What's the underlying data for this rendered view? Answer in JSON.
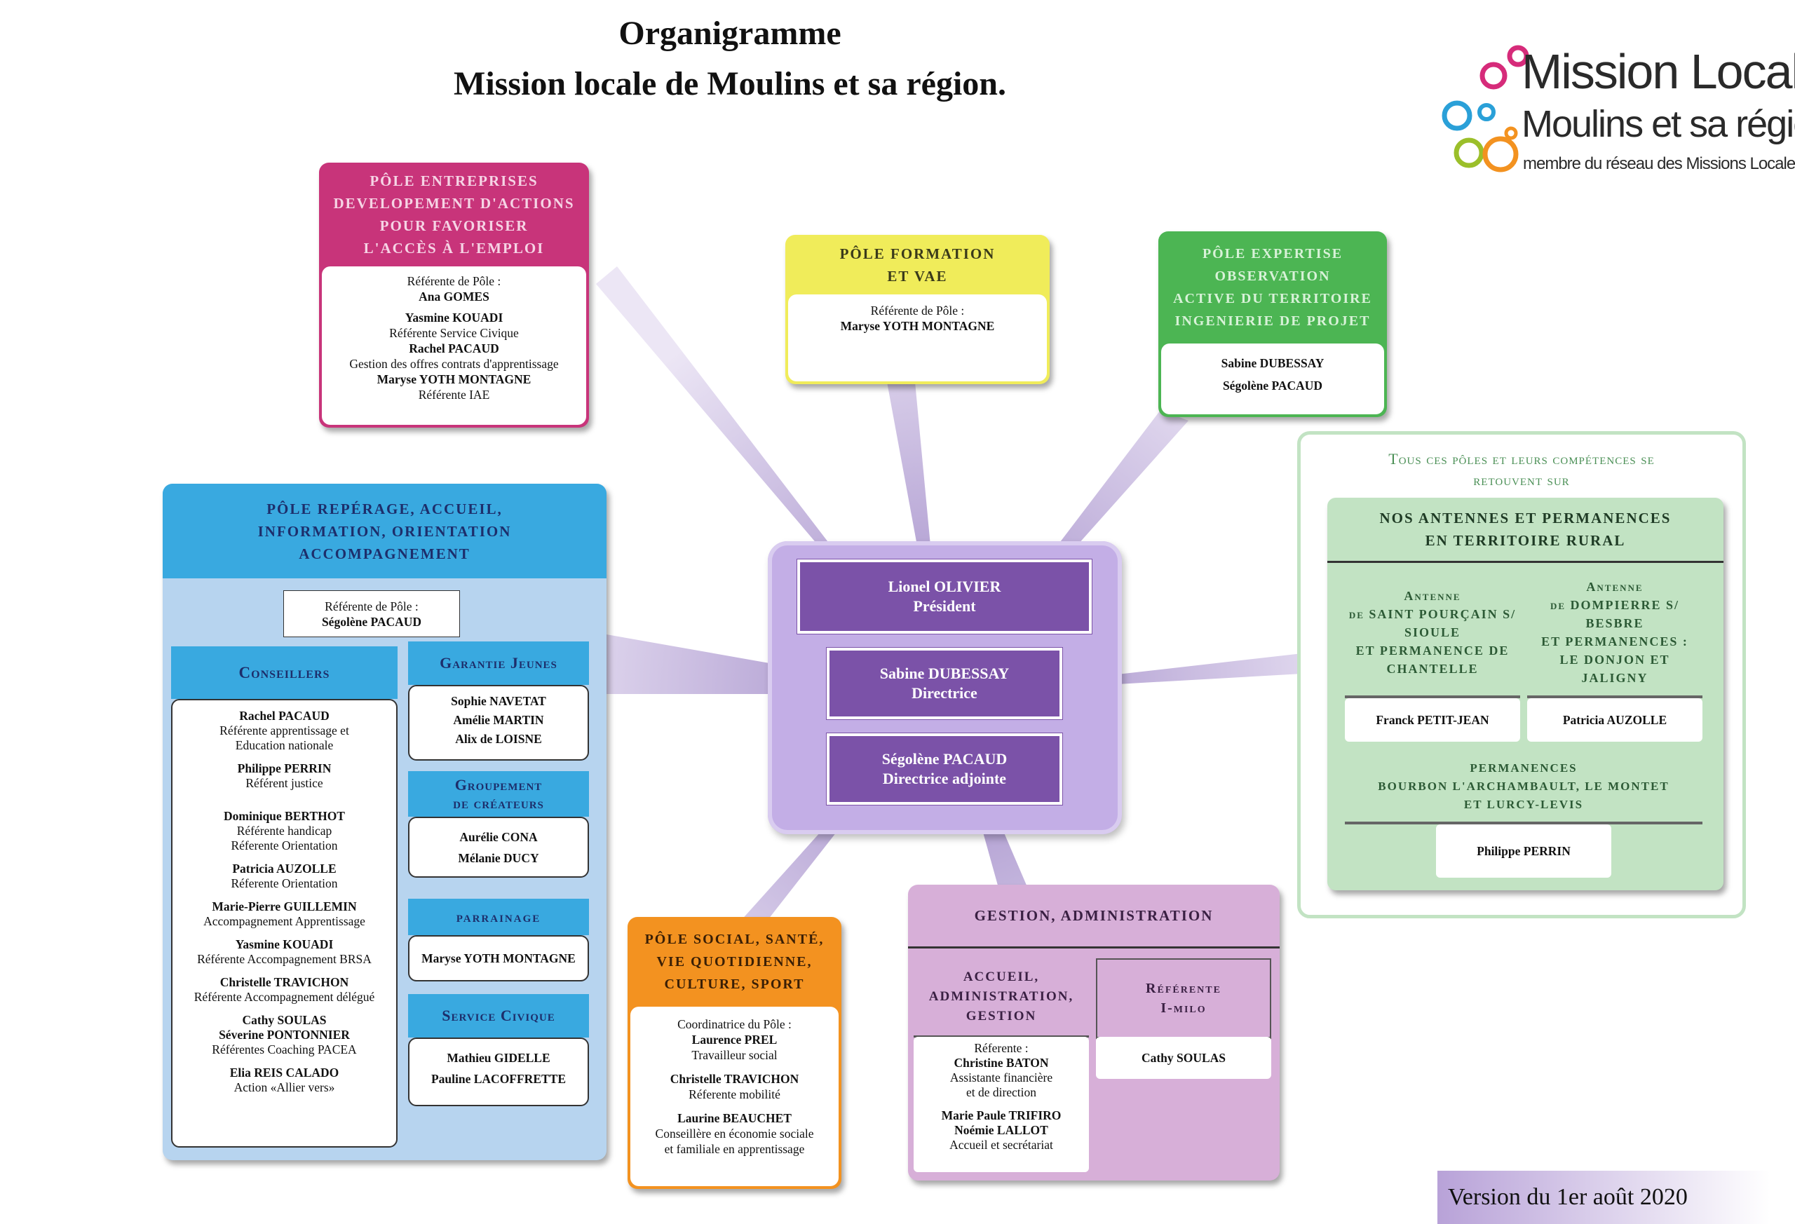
{
  "title": {
    "line1": "Organigramme",
    "line2": "Mission locale de Moulins et sa région."
  },
  "logo": {
    "name": "Mission Locale",
    "sub": "Moulins et sa région",
    "tagline": "membre du réseau des Missions Locales",
    "colors": [
      "#d62b7a",
      "#2aa0d8",
      "#f39220",
      "#9bbf2a"
    ]
  },
  "center": {
    "president": {
      "name": "Lionel OLIVIER",
      "role": "Président"
    },
    "director": {
      "name": "Sabine DUBESSAY",
      "role": "Directrice"
    },
    "deputy": {
      "name": "Ségolène PACAUD",
      "role": "Directrice  adjointe"
    }
  },
  "pole_entreprises": {
    "header": [
      "PÔLE ENTREPRISES",
      "DEVELOPEMENT D'ACTIONS",
      "POUR FAVORISER",
      "L'ACCÈS À L'EMPLOI"
    ],
    "ref_label": "Référente de Pôle :",
    "people": [
      {
        "name": "Ana GOMES",
        "role": ""
      },
      {
        "name": "Yasmine KOUADI",
        "role": "Référente Service Civique"
      },
      {
        "name": "Rachel PACAUD",
        "role": "Gestion des offres contrats d'apprentissage"
      },
      {
        "name": "Maryse YOTH MONTAGNE",
        "role": "Référente IAE"
      }
    ],
    "color": "#c8347a"
  },
  "pole_formation": {
    "header": [
      "PÔLE FORMATION",
      "ET VAE"
    ],
    "ref_label": "Référente de Pôle :",
    "name": "Maryse YOTH MONTAGNE",
    "color": "#f0ec5a"
  },
  "pole_expertise": {
    "header": [
      "PÔLE EXPERTISE",
      "OBSERVATION",
      "ACTIVE DU TERRITOIRE",
      "INGENIERIE DE PROJET"
    ],
    "names": [
      "Sabine DUBESSAY",
      "Ségolène PACAUD"
    ],
    "color": "#4cb553"
  },
  "pole_reperage": {
    "header": [
      "PÔLE REPÉRAGE, ACCUEIL,",
      "INFORMATION, ORIENTATION",
      "ACCOMPAGNEMENT"
    ],
    "ref_label": "Référente de Pôle :",
    "ref_name": "Ségolène PACAUD",
    "conseillers": {
      "title": "Conseillers",
      "people": [
        {
          "name": "Rachel PACAUD",
          "roles": [
            "Référente apprentissage et",
            "Education nationale"
          ]
        },
        {
          "name": "Philippe PERRIN",
          "roles": [
            "Référent justice"
          ]
        },
        {
          "name": "Dominique BERTHOT",
          "roles": [
            "Référente handicap",
            "Réferente Orientation"
          ]
        },
        {
          "name": "Patricia AUZOLLE",
          "roles": [
            "Réferente Orientation"
          ]
        },
        {
          "name": "Marie-Pierre GUILLEMIN",
          "roles": [
            "Accompagnement Apprentissage"
          ]
        },
        {
          "name": "Yasmine KOUADI",
          "roles": [
            "Référente Accompagnement BRSA"
          ]
        },
        {
          "name": "Christelle TRAVICHON",
          "roles": [
            "Référente Accompagnement délégué"
          ]
        },
        {
          "name": "Cathy SOULAS",
          "roles": []
        },
        {
          "name": "Séverine PONTONNIER",
          "roles": [
            "Référentes Coaching PACEA"
          ]
        },
        {
          "name": "Elia REIS CALADO",
          "roles": [
            "Action «Allier vers»"
          ]
        }
      ]
    },
    "garantie": {
      "title": "Garantie Jeunes",
      "names": [
        "Sophie NAVETAT",
        "Amélie MARTIN",
        "Alix de LOISNE"
      ]
    },
    "groupement": {
      "title": [
        "Groupement",
        "de créateurs"
      ],
      "names": [
        "Aurélie CONA",
        "Mélanie DUCY"
      ]
    },
    "parrainage": {
      "title": "parrainage",
      "names": [
        "Maryse YOTH MONTAGNE"
      ]
    },
    "civique": {
      "title": "Service Civique",
      "names": [
        "Mathieu GIDELLE",
        "Pauline LACOFFRETTE"
      ]
    }
  },
  "pole_social": {
    "header": [
      "PÔLE SOCIAL, SANTÉ,",
      "VIE QUOTIDIENNE,",
      "CULTURE, SPORT"
    ],
    "coord_label": "Coordinatrice du Pôle :",
    "people": [
      {
        "name": "Laurence PREL",
        "roles": [
          "Travailleur social"
        ]
      },
      {
        "name": "Christelle TRAVICHON",
        "roles": [
          "Réferente mobilité"
        ]
      },
      {
        "name": "Laurine BEAUCHET",
        "roles": [
          "Conseillère en économie sociale",
          "et familiale en apprentissage"
        ]
      }
    ],
    "color": "#f39220"
  },
  "gestion": {
    "header": "GESTION, ADMINISTRATION",
    "accueil": {
      "header": [
        "ACCUEIL,",
        "ADMINISTRATION,",
        "GESTION"
      ],
      "ref_label": "Réferente :",
      "ref_name": "Christine BATON",
      "ref_roles": [
        "Assistante financière",
        "et de direction"
      ],
      "names": [
        "Marie Paule TRIFIRO",
        "Noémie LALLOT"
      ],
      "names_role": "Accueil et secrétariat"
    },
    "imilo": {
      "header": [
        "Référente",
        "I-milo"
      ],
      "name": "Cathy SOULAS"
    }
  },
  "antennes": {
    "intro": [
      "Tous ces pôles et leurs compétences se",
      "retouvent sur"
    ],
    "header": [
      "NOS ANTENNES ET PERMANENCES",
      "EN TERRITOIRE RURAL"
    ],
    "saint_pourcain": {
      "header": [
        "Antenne",
        "de SAINT POURÇAIN S/",
        "SIOULE",
        "ET PERMANENCE DE",
        "CHANTELLE"
      ],
      "name": "Franck PETIT-JEAN"
    },
    "dompierre": {
      "header": [
        "Antenne",
        "de DOMPIERRE S/",
        "BESBRE",
        "ET PERMANENCES :",
        "LE DONJON ET JALIGNY"
      ],
      "name": "Patricia  AUZOLLE"
    },
    "permanences": {
      "header": [
        "PERMANENCES",
        "BOURBON L'ARCHAMBAULT,  LE MONTET",
        "ET LURCY-LEVIS"
      ],
      "name": "Philippe PERRIN"
    }
  },
  "version": "Version du 1er août 2020"
}
